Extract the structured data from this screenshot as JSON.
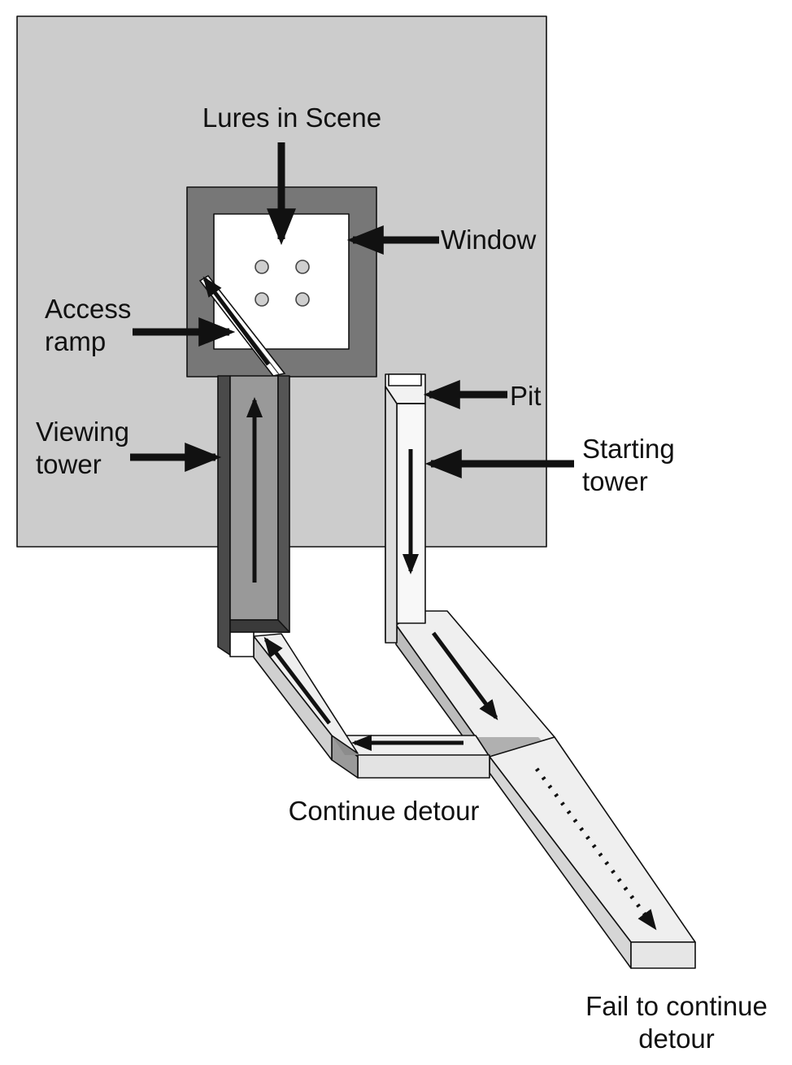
{
  "labels": {
    "lures_in_scene": "Lures in Scene",
    "window": "Window",
    "access_ramp_1": "Access",
    "access_ramp_2": "ramp",
    "pit": "Pit",
    "viewing_tower_1": "Viewing",
    "viewing_tower_2": "tower",
    "starting_tower_1": "Starting",
    "starting_tower_2": "tower",
    "continue_detour": "Continue detour",
    "fail_1": "Fail to continue",
    "fail_2": "detour"
  },
  "lures": {
    "count": 4
  },
  "colors": {
    "background_panel": "#cccccc",
    "window_frame": "#777777",
    "scene": "#ffffff",
    "tower_dark": "#5a5a5a",
    "tower_light": "#f1f1f1",
    "arrow": "#111111"
  }
}
